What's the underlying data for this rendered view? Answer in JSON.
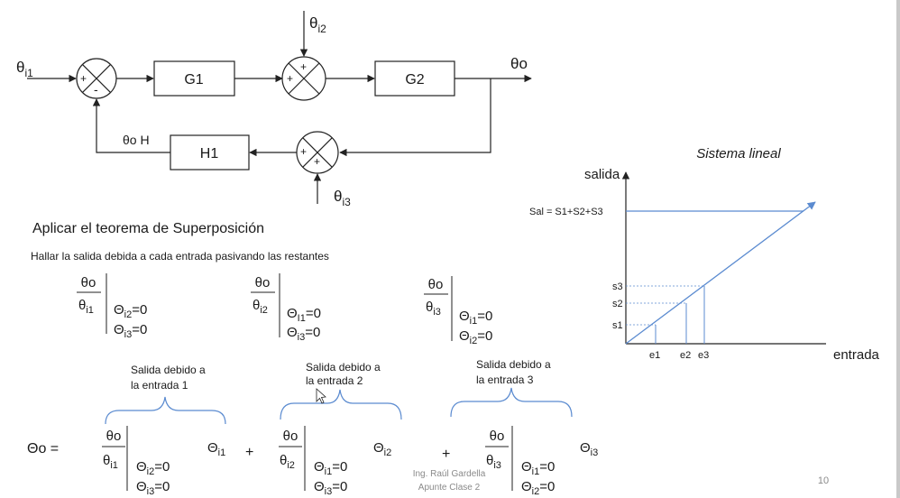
{
  "block_diagram": {
    "input_1": "θ",
    "input_1_sub": "i1",
    "input_2": "θ",
    "input_2_sub": "i2",
    "input_3": "θ",
    "input_3_sub": "i3",
    "output": "θo",
    "feedback_label": "θo H",
    "blocks": [
      "G1",
      "G2",
      "H1"
    ],
    "sum1_signs": [
      "+",
      "-"
    ],
    "sum2_signs": [
      "+",
      "+"
    ],
    "sum3_signs": [
      "+",
      "+"
    ]
  },
  "text": {
    "heading": "Aplicar el teorema de Superposición",
    "instruction": "Hallar la salida debida a cada entrada pasivando las restantes"
  },
  "ratios": [
    {
      "num": "θo",
      "den": "θ",
      "den_sub": "i1",
      "c1": "Θ",
      "c1_sub": "i2",
      "c1_val": "=0",
      "c2": "Θ",
      "c2_sub": "i3",
      "c2_val": "=0"
    },
    {
      "num": "θo",
      "den": "θ",
      "den_sub": "i2",
      "c1": "Θ",
      "c1_sub": "I1",
      "c1_val": "=0",
      "c2": "Θ",
      "c2_sub": "i3",
      "c2_val": "=0"
    },
    {
      "num": "θo",
      "den": "θ",
      "den_sub": "i3",
      "c1": "Θ",
      "c1_sub": "i1",
      "c1_val": "=0",
      "c2": "Θ",
      "c2_sub": "i2",
      "c2_val": "=0"
    }
  ],
  "equation": {
    "lhs": "Θo =",
    "plus": "+",
    "braces": [
      {
        "line1": "Salida debido a",
        "line2": "la entrada 1"
      },
      {
        "line1": "Salida debido a",
        "line2": "la entrada 2"
      },
      {
        "line1": "Salida debido a",
        "line2": "la entrada 3"
      }
    ],
    "terms": [
      {
        "num": "θo",
        "den": "θ",
        "den_sub": "i1",
        "c1": "Θ",
        "c1_sub": "i2",
        "c1_val": "=0",
        "c2": "Θ",
        "c2_sub": "i3",
        "c2_val": "=0",
        "mult": "Θ",
        "mult_sub": "i1"
      },
      {
        "num": "θo",
        "den": "θ",
        "den_sub": "i2",
        "c1": "Θ",
        "c1_sub": "i1",
        "c1_val": "=0",
        "c2": "Θ",
        "c2_sub": "i3",
        "c2_val": "=0",
        "mult": "Θ",
        "mult_sub": "i2"
      },
      {
        "num": "θo",
        "den": "θ",
        "den_sub": "i3",
        "c1": "Θ",
        "c1_sub": "i1",
        "c1_val": "=0",
        "c2": "Θ",
        "c2_sub": "i2",
        "c2_val": "=0",
        "mult": "Θ",
        "mult_sub": "i3"
      }
    ]
  },
  "graph": {
    "title": "Sistema lineal",
    "ylabel": "salida",
    "xlabel": "entrada",
    "sum_label": "Sal = S1+S2+S3",
    "y_ticks": [
      "s1",
      "s2",
      "s3"
    ],
    "x_ticks": [
      "e1",
      "e2",
      "e3"
    ],
    "line_color": "#5b8bd0"
  },
  "footer": {
    "author": "Ing. Raúl Gardella",
    "course": "Apunte Clase 2",
    "page": "10"
  }
}
